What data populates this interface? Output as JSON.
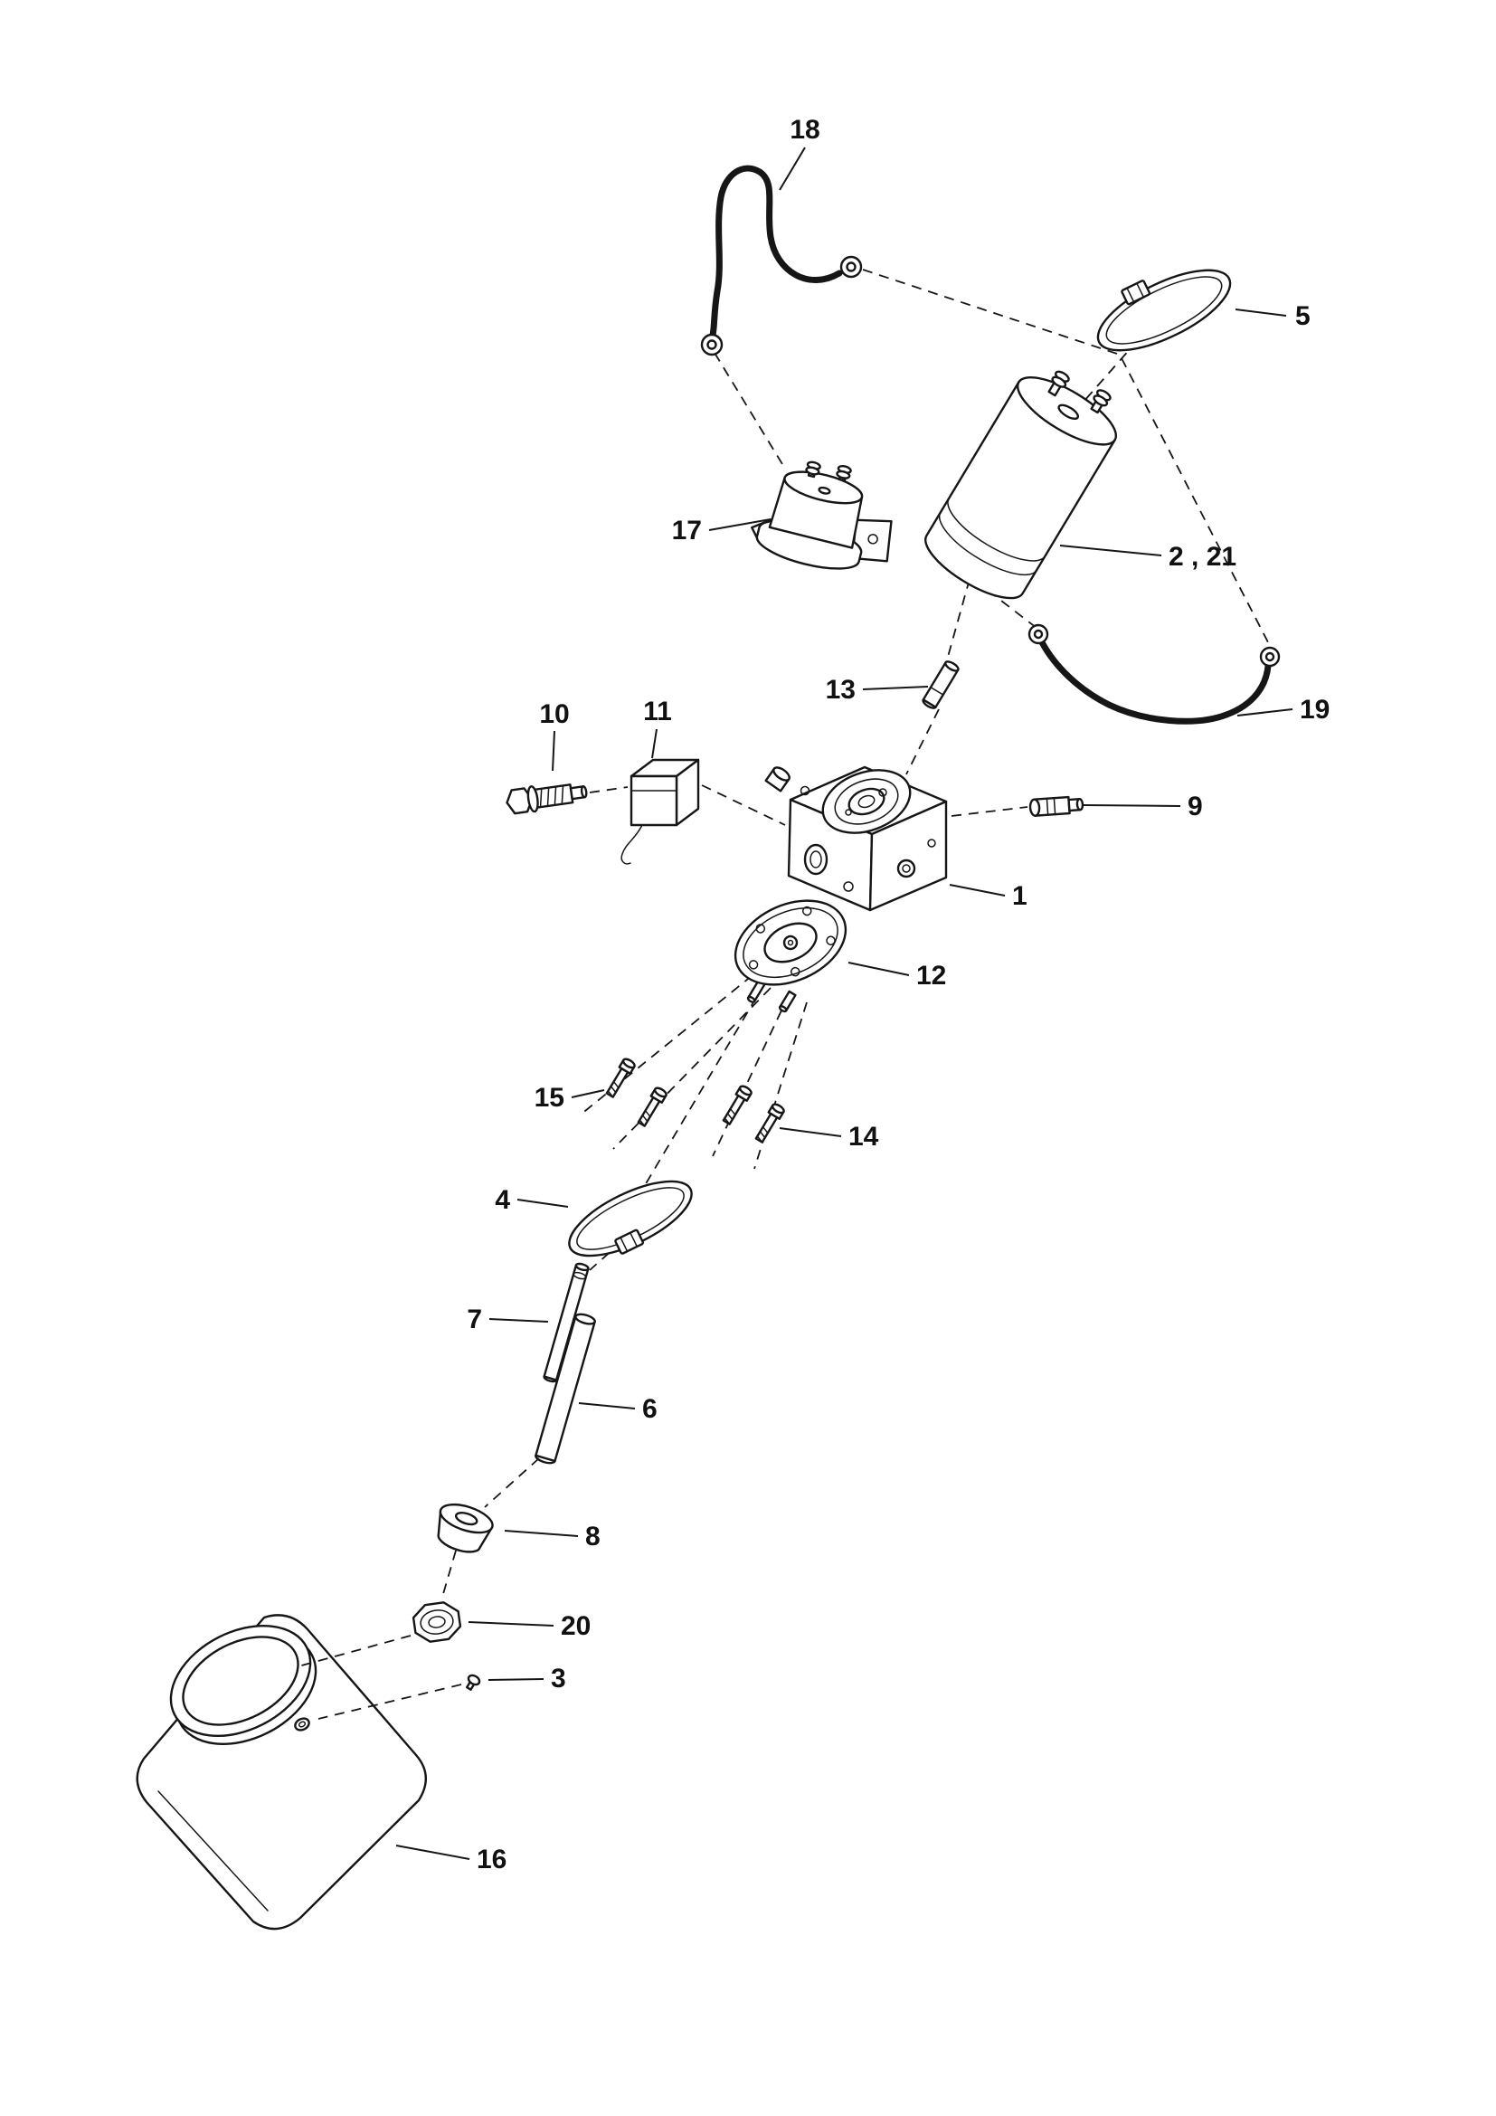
{
  "colors": {
    "background": "#ffffff",
    "line": "#161616",
    "label": "#111111"
  },
  "callouts": [
    {
      "label": "18"
    },
    {
      "label": "5"
    },
    {
      "label": "17"
    },
    {
      "label": "2 , 21"
    },
    {
      "label": "13"
    },
    {
      "label": "19"
    },
    {
      "label": "10"
    },
    {
      "label": "11"
    },
    {
      "label": "9"
    },
    {
      "label": "1"
    },
    {
      "label": "12"
    },
    {
      "label": "15"
    },
    {
      "label": "14"
    },
    {
      "label": "4"
    },
    {
      "label": "7"
    },
    {
      "label": "6"
    },
    {
      "label": "8"
    },
    {
      "label": "20"
    },
    {
      "label": "3"
    },
    {
      "label": "16"
    }
  ]
}
